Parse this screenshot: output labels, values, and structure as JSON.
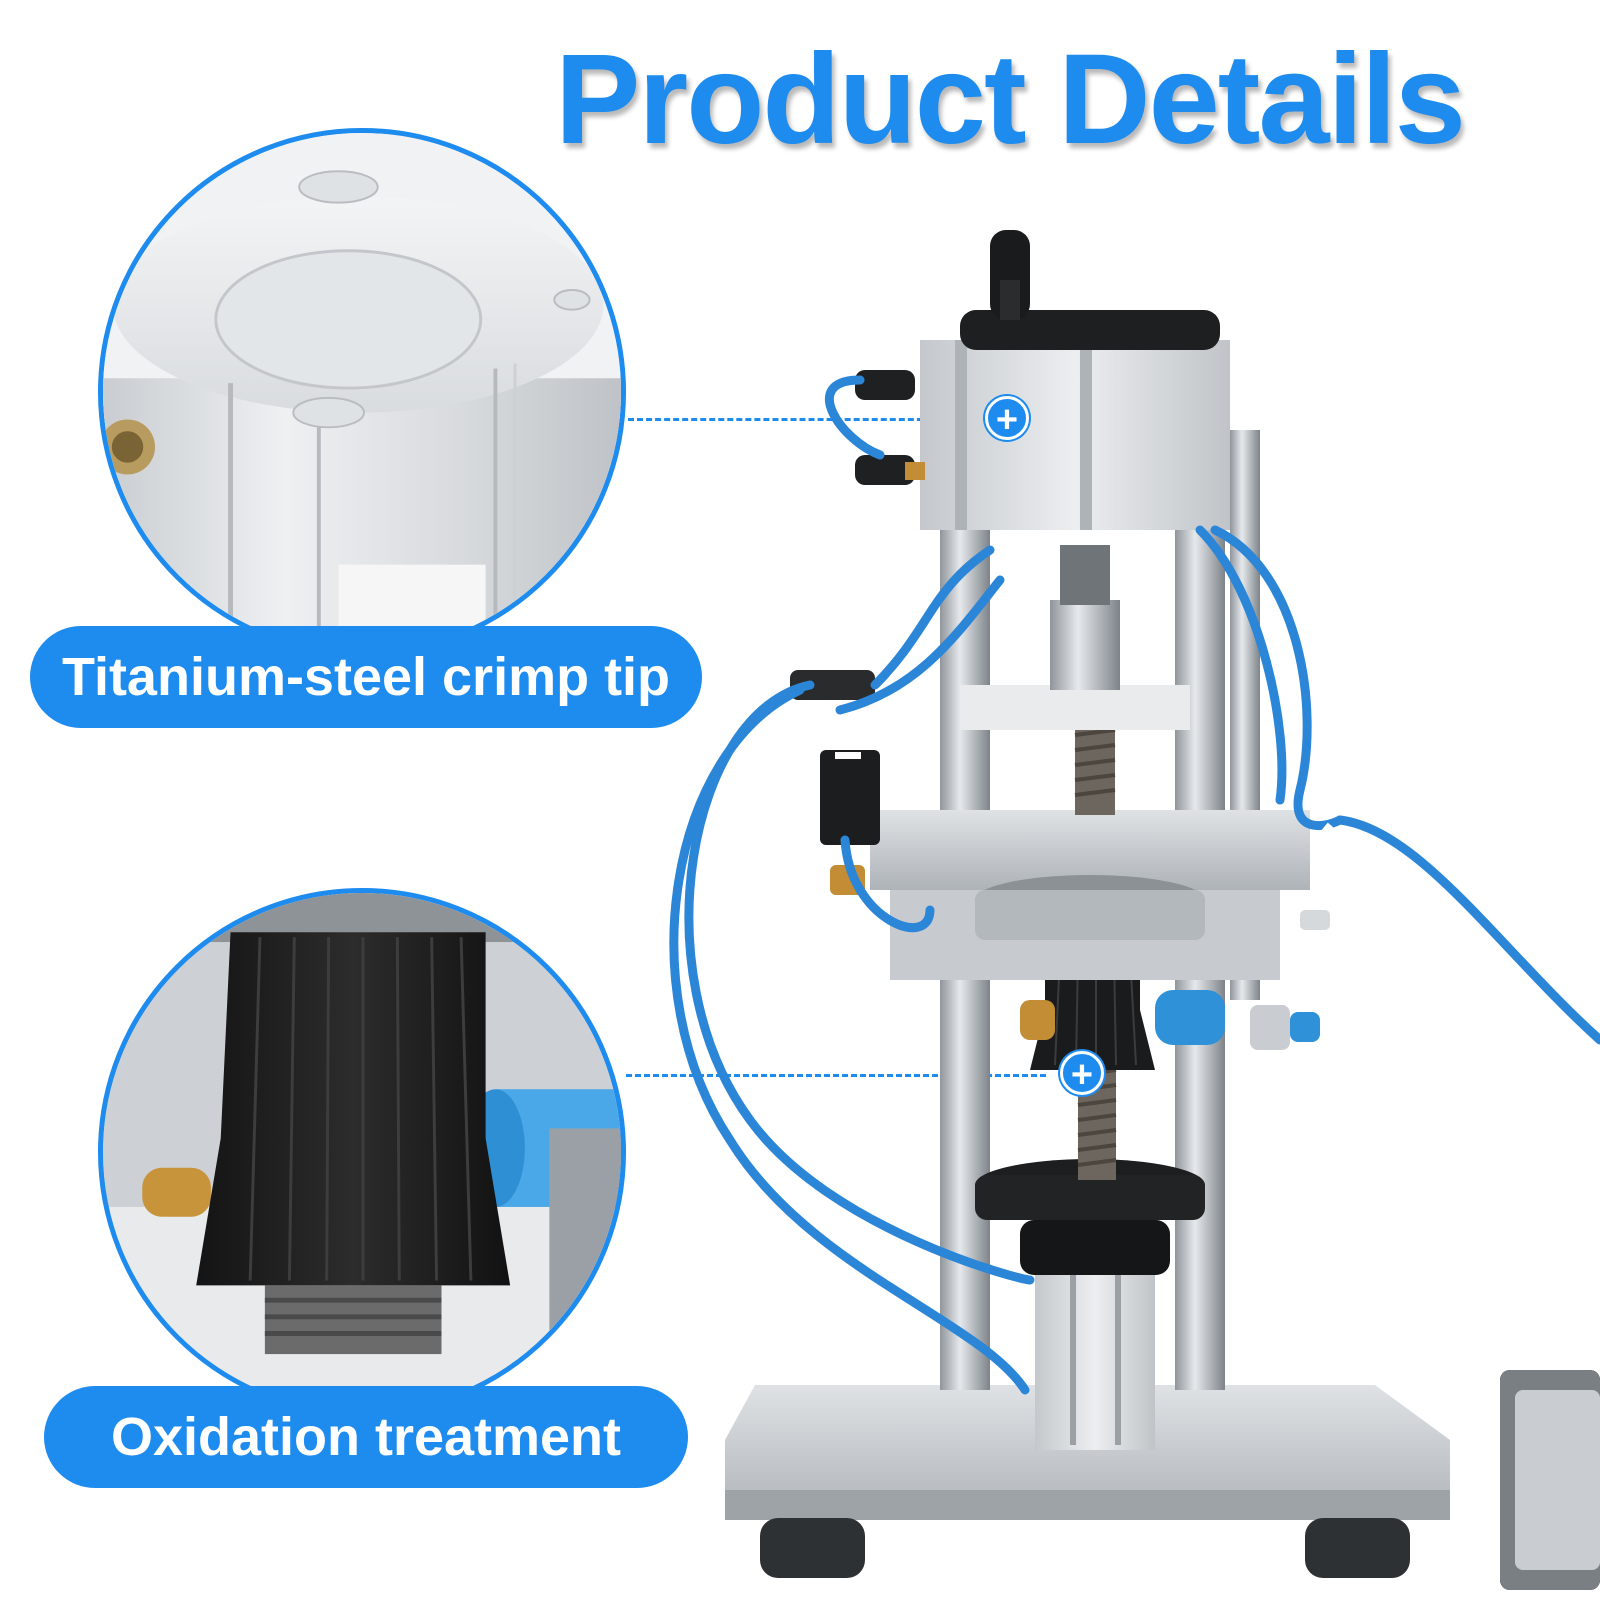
{
  "title": "Product Details",
  "callouts": [
    {
      "label": "Titanium-steel crimp tip",
      "marker": "+"
    },
    {
      "label": "Oxidation treatment",
      "marker": "+"
    }
  ],
  "colors": {
    "accent": "#1e8bee",
    "pill_text": "#ffffff",
    "background": "#ffffff"
  },
  "icons": {
    "hotspot": "plus-icon"
  }
}
